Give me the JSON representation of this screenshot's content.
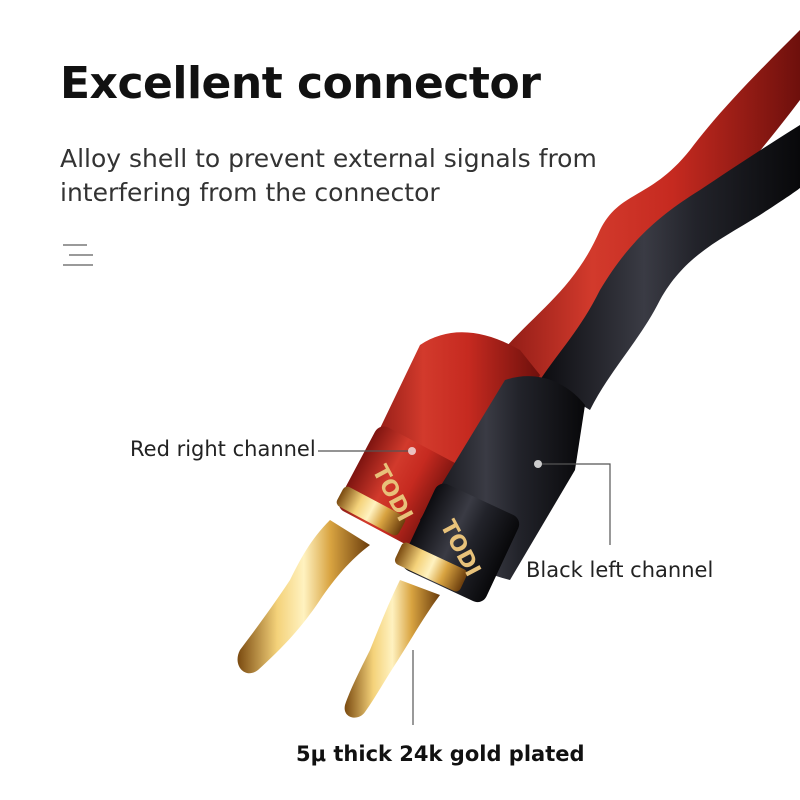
{
  "headline": "Excellent connector",
  "subtitle_line1": "Alloy shell to prevent external signals from",
  "subtitle_line2": "interfering from the connector",
  "icons": {
    "menu": "menu-lines-icon"
  },
  "labels": {
    "red": "Red right channel",
    "black": "Black left channel",
    "gold": "5μ thick 24k gold plated"
  },
  "plug_text": "TODI",
  "colors": {
    "red_cable": "#c8261d",
    "black_cable": "#1d1d22",
    "gold": "#d9a441"
  }
}
